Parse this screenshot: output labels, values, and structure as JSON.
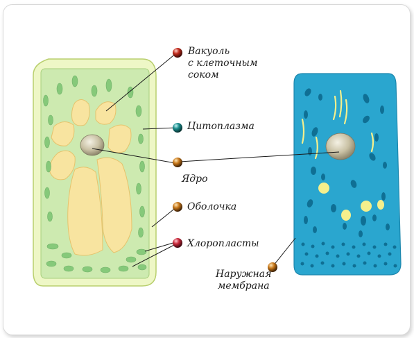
{
  "labels": {
    "vacuole": "Вакуоль\nс клеточным\nсоком",
    "cytoplasm": "Цитоплазма",
    "nucleus": "Ядро",
    "wall": "Оболочка",
    "chloroplasts": "Хлоропласты",
    "membrane": "Наружная\nмембрана"
  },
  "colors": {
    "plant_wall": "#eef7c6",
    "plant_cytoplasm": "#cdeab0",
    "vacuole": "#f8e4a0",
    "chloroplast": "#86c97a",
    "animal_cell": "#2aa6cf",
    "animal_organelle": "#0f6f94",
    "animal_granule": "#f5ef8c",
    "nucleus": "#c9c1a4"
  },
  "marker_colors": {
    "vacuole": "#c02a1c",
    "cytoplasm": "#1a8c8c",
    "nucleus": "#c8781a",
    "wall": "#c8781a",
    "chloroplasts": "#c8283a",
    "membrane": "#c8781a"
  }
}
